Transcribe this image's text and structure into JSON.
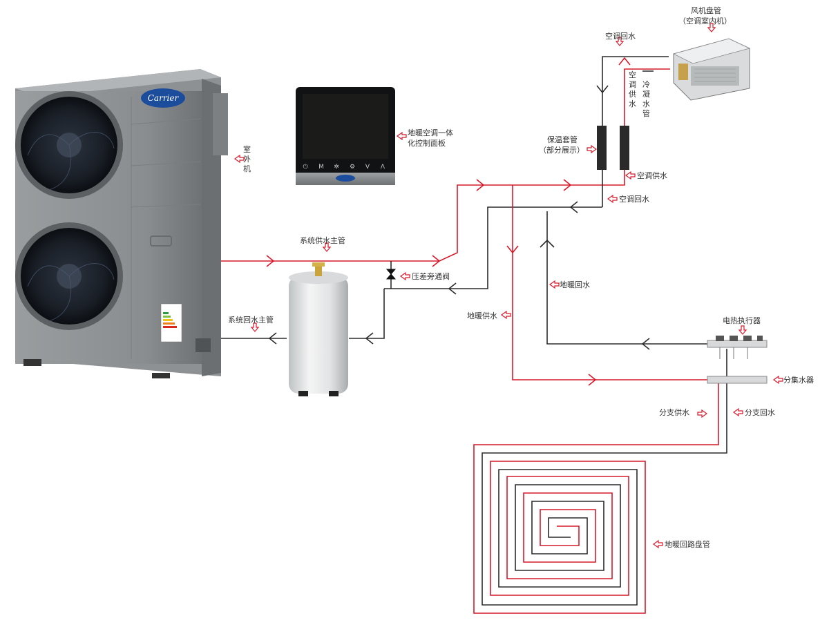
{
  "colors": {
    "supply": "#d7182a",
    "return": "#2b2b2b",
    "hint": "#d7182a",
    "unit_body": "#8c8f90",
    "tank_body": "#e8e8e8"
  },
  "icons": {
    "hint_arrow": "outline-arrow-icon",
    "valve": "bypass-valve-icon",
    "brand_logo": "carrier-logo"
  },
  "outdoor_unit": {
    "brand": "Carrier",
    "label_chars": [
      "室",
      "外",
      "机"
    ]
  },
  "control_panel": {
    "label_line1": "地暖空调一体",
    "label_line2": "化控制面板",
    "buttons": [
      "⏻",
      "M",
      "✲",
      "⚙",
      "V",
      "Λ"
    ]
  },
  "labels": {
    "system_supply_main": "系统供水主管",
    "system_return_main": "系统回水主管",
    "bypass_valve": "压差旁通阀",
    "floor_supply": "地暖供水",
    "floor_return": "地暖回水",
    "ac_supply": "空调供水",
    "ac_return": "空调回水",
    "ac_return_top": "空调回水",
    "insulation_line1": "保温套管",
    "insulation_line2": "（部分展示）",
    "fan_coil_line1": "风机盘管",
    "fan_coil_line2": "（空调室内机）",
    "ac_supply_vertical": [
      "空",
      "调",
      "供",
      "水"
    ],
    "condensate_vertical": [
      "冷",
      "凝",
      "水",
      "管"
    ],
    "electric_actuator": "电热执行器",
    "manifold": "分集水器",
    "branch_supply": "分支供水",
    "branch_return": "分支回水",
    "floor_coil": "地暖回路盘管"
  }
}
